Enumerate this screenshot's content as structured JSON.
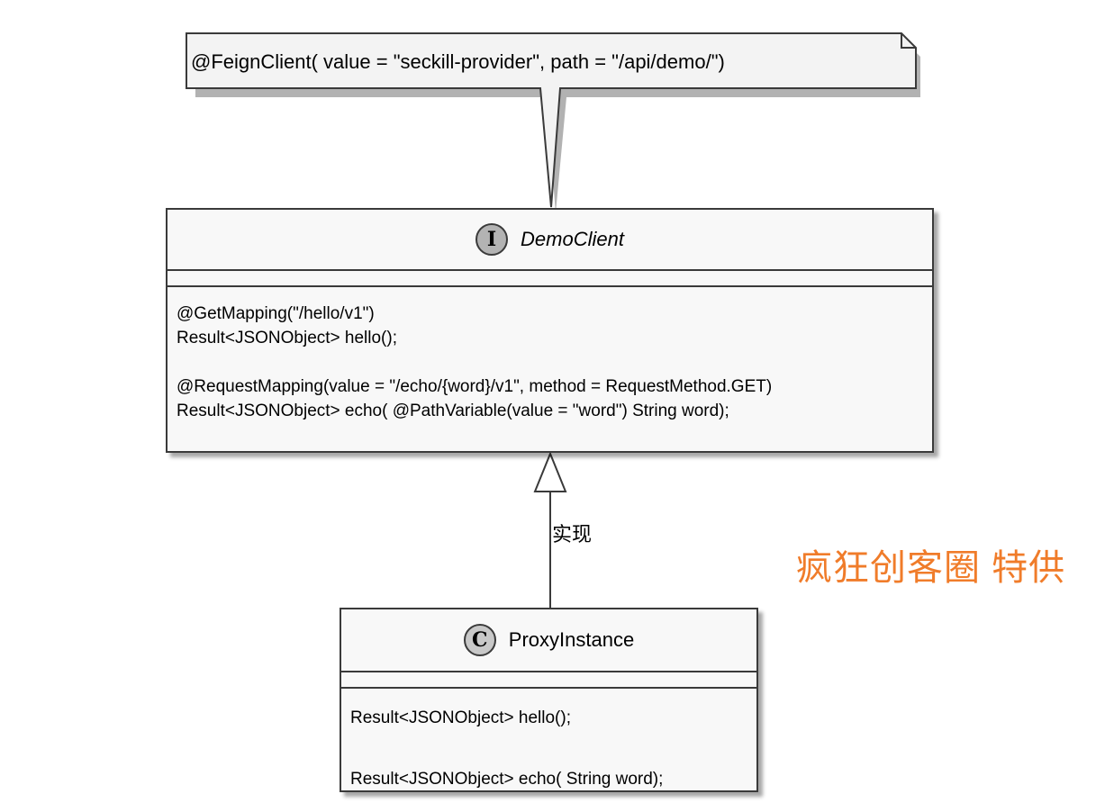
{
  "note": {
    "text": "@FeignClient( value = \"seckill-provider\", path = \"/api/demo/\")"
  },
  "interface_box": {
    "stereotype": "I",
    "name": "DemoClient",
    "members": [
      "@GetMapping(\"/hello/v1\")",
      "Result<JSONObject> hello();",
      "",
      "@RequestMapping(value = \"/echo/{word}/v1\", method = RequestMethod.GET)",
      "Result<JSONObject> echo( @PathVariable(value = \"word\") String word);"
    ]
  },
  "class_box": {
    "stereotype": "C",
    "name": "ProxyInstance",
    "members": [
      "Result<JSONObject> hello();",
      "",
      "Result<JSONObject> echo( String word);"
    ]
  },
  "relation": {
    "label": "实现"
  },
  "watermark": {
    "text": "疯狂创客圈  特供"
  },
  "colors": {
    "watermark": "#f07c2a",
    "box_fill": "#f8f8f8",
    "border": "#3a3a3a"
  }
}
